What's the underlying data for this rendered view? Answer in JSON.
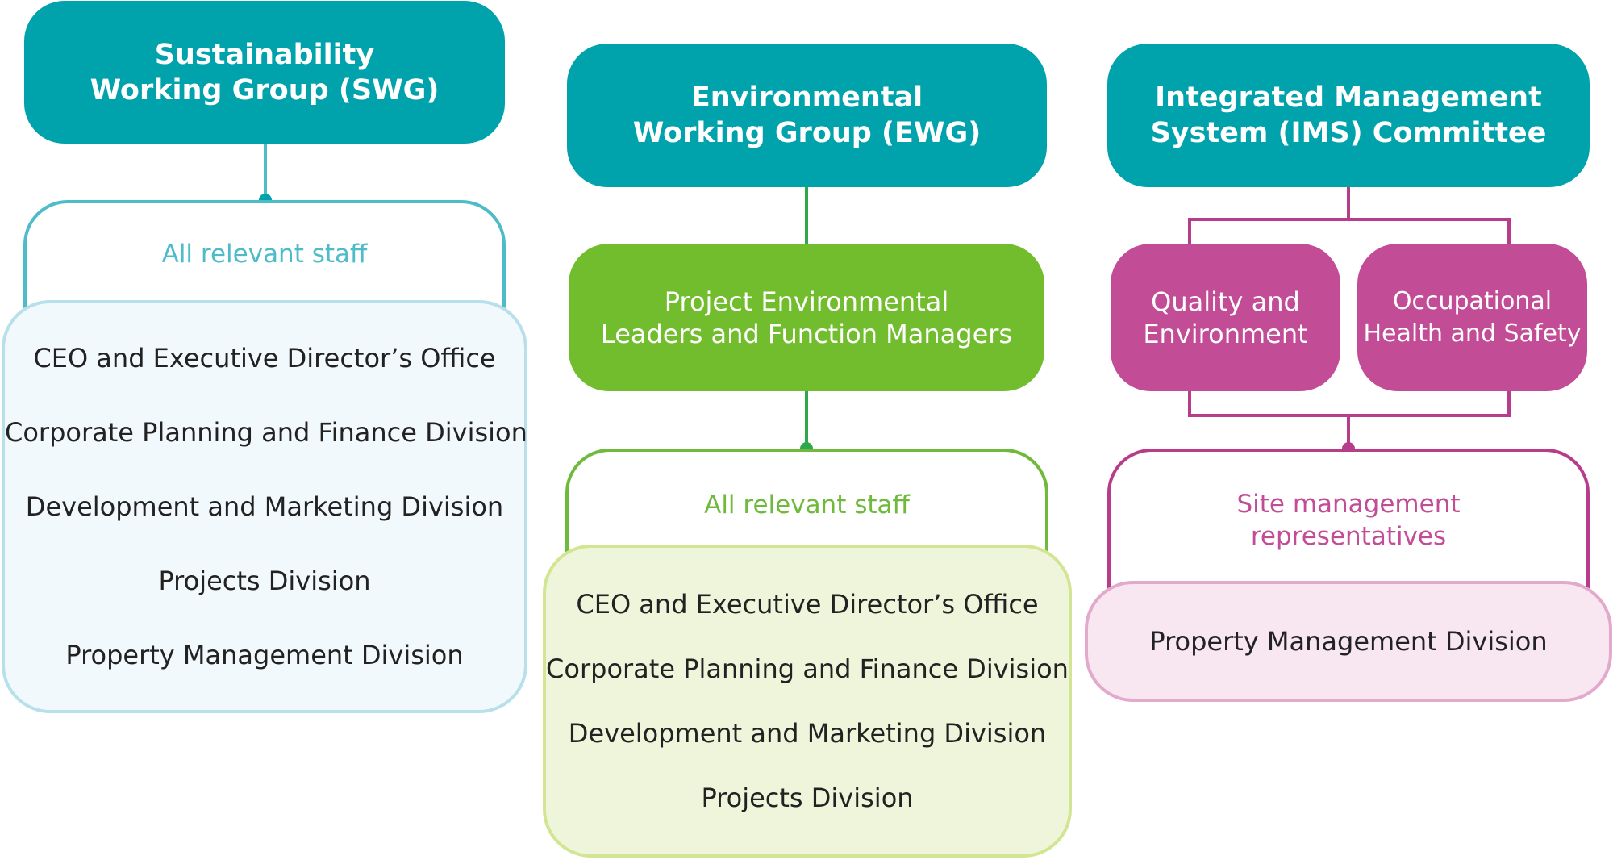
{
  "colors": {
    "teal": "#00a2ab",
    "green": "#72bd2e",
    "magenta": "#c24d96",
    "swg_line": "#4dbcc8",
    "ewg_line": "#6fba3c",
    "ims_line": "#b83c8c"
  },
  "swg": {
    "title_line1": "Sustainability",
    "title_line2": "Working Group (SWG)",
    "staff_label": "All relevant staff",
    "divisions": [
      "CEO and Executive Director’s Office",
      "Corporate Planning and Finance Division",
      "Development and Marketing Division",
      "Projects Division",
      "Property Management Division"
    ]
  },
  "ewg": {
    "title_line1": "Environmental",
    "title_line2": "Working Group (EWG)",
    "leaders_line1": "Project Environmental",
    "leaders_line2": "Leaders and Function Managers",
    "staff_label": "All relevant staff",
    "divisions": [
      "CEO and Executive Director’s Office",
      "Corporate Planning and Finance Division",
      "Development and Marketing Division",
      "Projects Division"
    ]
  },
  "ims": {
    "title_line1": "Integrated Management",
    "title_line2": "System (IMS) Committee",
    "quality_line1": "Quality and",
    "quality_line2": "Environment",
    "ohs_line1": "Occupational",
    "ohs_line2": "Health and Safety",
    "site_line1": "Site management",
    "site_line2": "representatives",
    "divisions": [
      "Property Management Division"
    ]
  }
}
